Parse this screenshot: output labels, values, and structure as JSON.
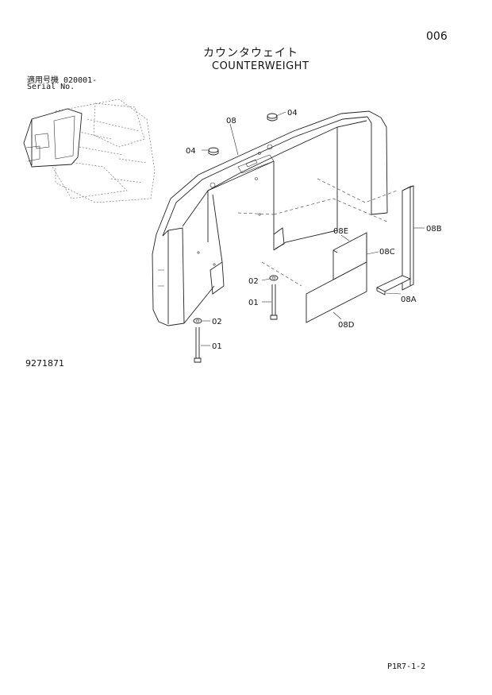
{
  "header": {
    "page_number": "006",
    "title_jp": "カウンタウェイト",
    "title_en": "COUNTERWEIGHT"
  },
  "serial": {
    "label_jp": "適用号機 020001-",
    "label_en": "Serial No."
  },
  "drawing_number": "9271871",
  "page_code": "P1R7-1-2",
  "callouts": {
    "c08": "08",
    "c04a": "04",
    "c04b": "04",
    "c08b": "08B",
    "c08e": "08E",
    "c08c": "08C",
    "c02a": "02",
    "c01a": "01",
    "c08a": "08A",
    "c08d": "08D",
    "c02b": "02",
    "c01b": "01"
  }
}
